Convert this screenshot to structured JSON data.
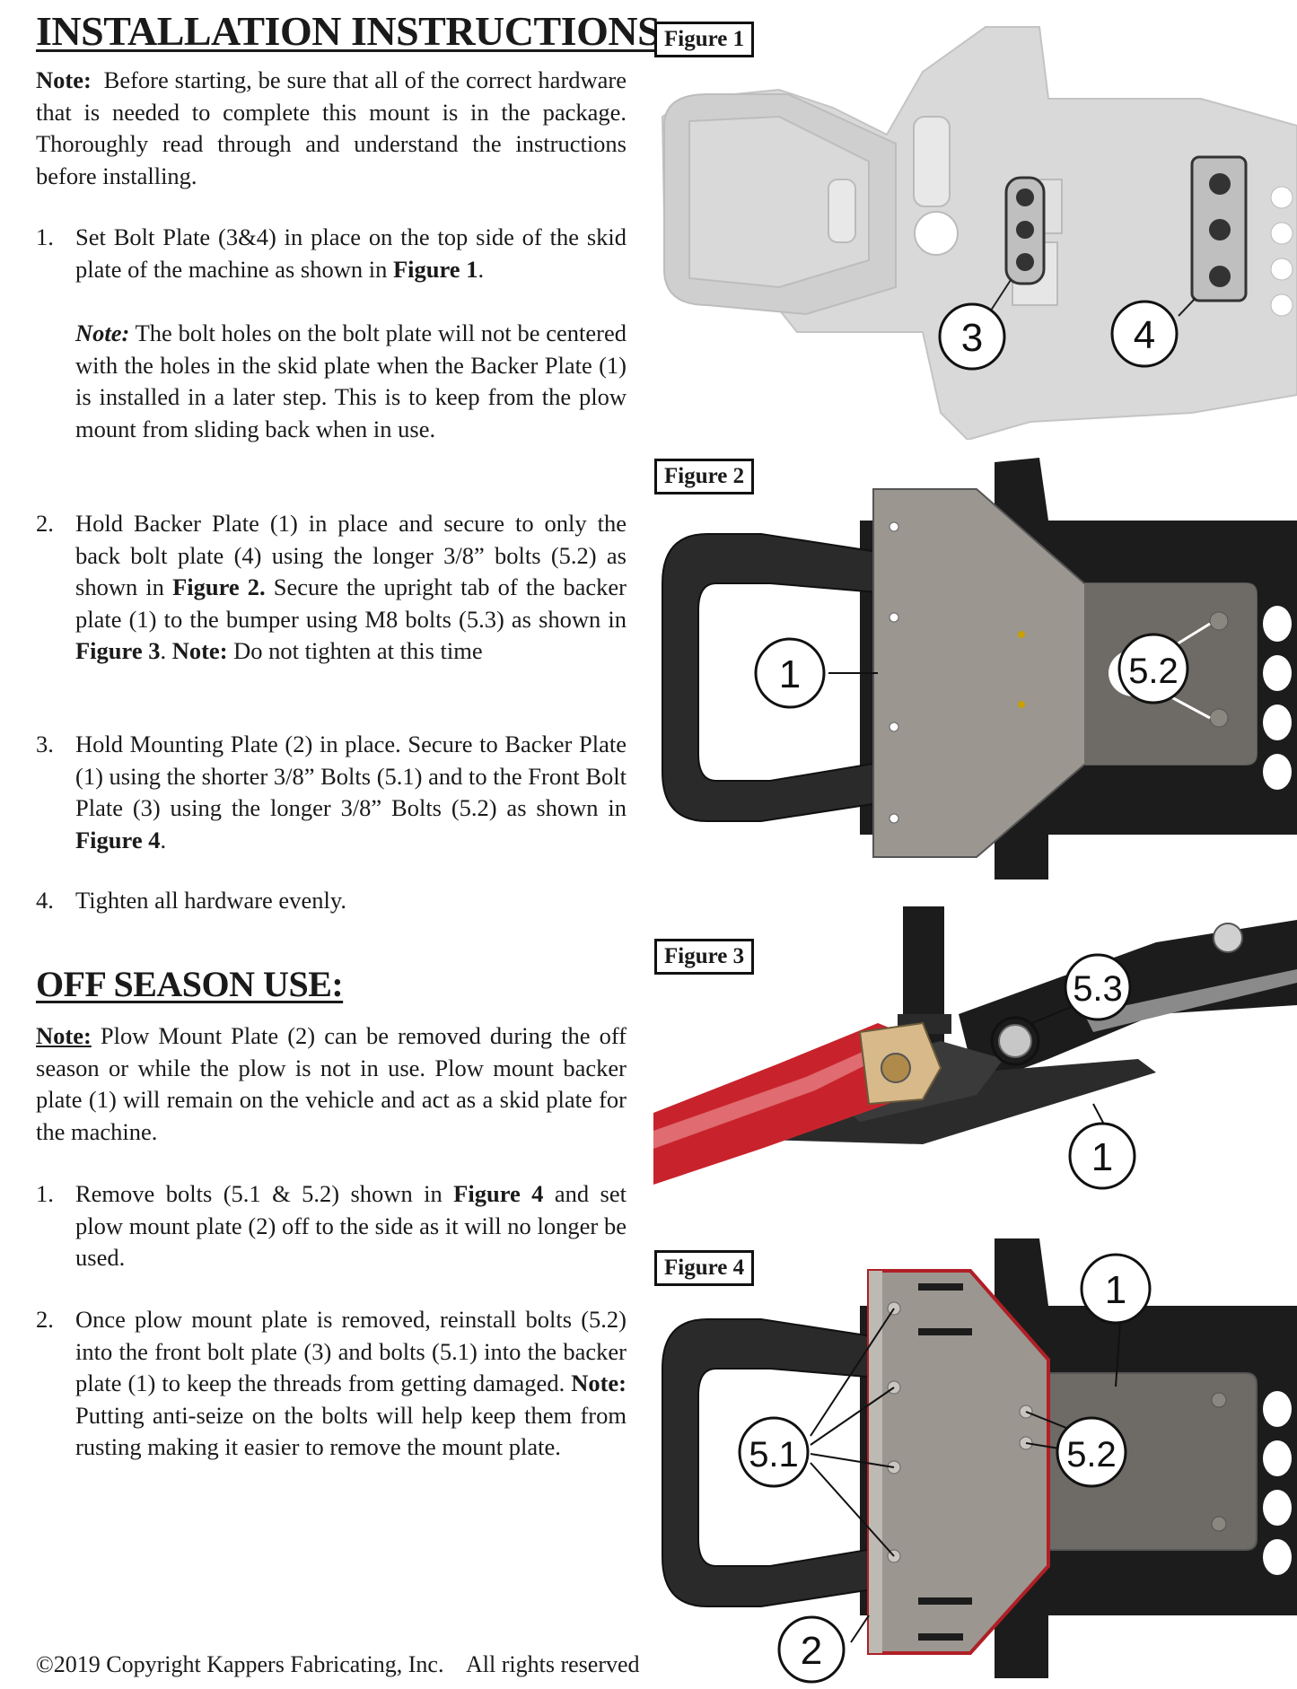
{
  "installation": {
    "heading": "INSTALLATION INSTRUCTIONS:",
    "note_label": "Note:",
    "note_text": "Before starting, be sure that all of the correct hardware that is needed to complete this mount is in the package. Thoroughly read through and understand the instructions before installing.",
    "steps": [
      {
        "num": "1.",
        "text_a": "Set Bolt Plate (3&4) in place on the top side of the skid plate of the machine as shown in ",
        "ref_a": "Figure 1",
        "text_b": "."
      },
      {
        "num": "",
        "note_label": "Note:",
        "text": "The bolt holes on the bolt plate will not be centered with the holes in the skid plate when the Backer Plate (1) is installed in a later step. This is to keep from the plow mount from sliding back when in use."
      },
      {
        "num": "2.",
        "text_a": "Hold Backer Plate (1) in place and secure to only the back bolt plate (4) using the longer 3/8” bolts (5.2) as shown in ",
        "ref_a": "Figure 2.",
        "text_b": " Secure the upright tab of the backer plate (1) to the bumper using M8 bolts (5.3) as shown in ",
        "ref_b": "Figure 3",
        "text_c": ". ",
        "note_label": "Note:",
        "text_d": " Do not tighten at this time"
      },
      {
        "num": "3.",
        "text_a": "Hold Mounting Plate (2) in place. Secure to Backer Plate (1) using the shorter 3/8” Bolts (5.1) and to the Front Bolt Plate (3) using the longer 3/8” Bolts (5.2) as shown in ",
        "ref_a": "Figure 4",
        "text_b": "."
      },
      {
        "num": "4.",
        "text_a": "Tighten all hardware evenly."
      }
    ]
  },
  "off_season": {
    "heading": "OFF SEASON USE:",
    "note_label": "Note:",
    "note_text": " Plow Mount Plate (2) can be removed during the off season or while the plow is not in use. Plow mount backer plate (1) will remain on the vehicle and act as a skid plate for the machine.",
    "steps": [
      {
        "num": "1.",
        "text_a": "Remove bolts (5.1 & 5.2) shown in ",
        "ref_a": "Figure 4",
        "text_b": " and set plow mount plate (2) off to the side as it will no longer be used."
      },
      {
        "num": "2.",
        "text_a": "Once plow mount plate is removed, reinstall bolts (5.2) into the front bolt plate (3) and bolts (5.1) into the backer plate (1) to keep the threads from getting damaged. ",
        "note_label": "Note:",
        "text_b": " Putting anti-seize on the bolts will help keep them from rusting making it easier to remove the mount plate."
      }
    ]
  },
  "figures": {
    "fig1": {
      "label": "Figure 1",
      "callouts": [
        "3",
        "4"
      ]
    },
    "fig2": {
      "label": "Figure 2",
      "callouts": [
        "1",
        "5.2"
      ]
    },
    "fig3": {
      "label": "Figure 3",
      "callouts": [
        "5.3",
        "1"
      ]
    },
    "fig4": {
      "label": "Figure 4",
      "callouts": [
        "1",
        "5.1",
        "5.2",
        "2"
      ]
    }
  },
  "footer": {
    "copyright": "©2019  Copyright Kappers Fabricating, Inc.",
    "rights": "All rights reserved"
  },
  "colors": {
    "text": "#1a1a1a",
    "frame_black": "#1c1c1c",
    "plate_gray": "#9b9690",
    "frame_red": "#c8232c",
    "ghost_gray": "#d6d6d6"
  }
}
